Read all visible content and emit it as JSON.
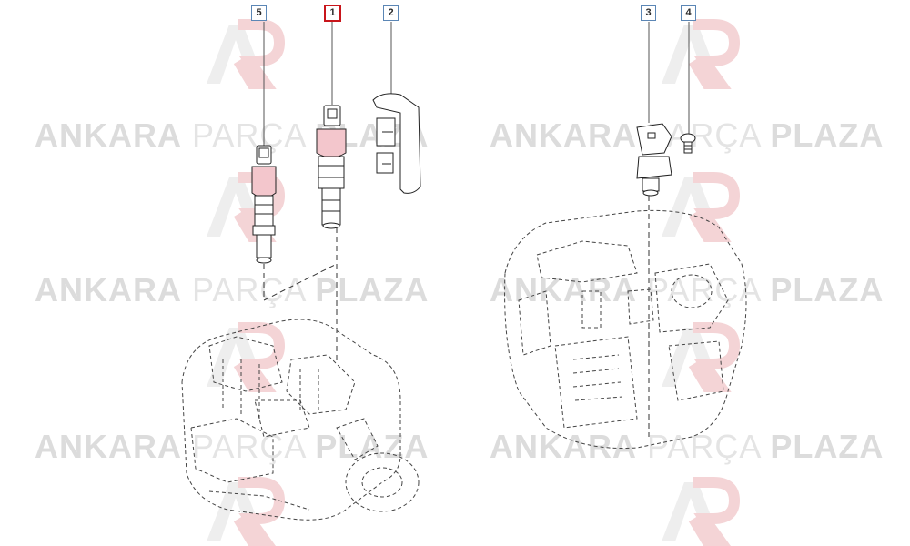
{
  "watermark": {
    "word1": "ANKARA",
    "word2": "PARÇA",
    "word3": "PLAZA",
    "logo_name": "ankara-parca-plaza-logo"
  },
  "callouts": [
    {
      "number": "5",
      "selected": false
    },
    {
      "number": "1",
      "selected": true
    },
    {
      "number": "2",
      "selected": false
    },
    {
      "number": "3",
      "selected": false
    },
    {
      "number": "4",
      "selected": false
    }
  ],
  "colors": {
    "callout_border": "#5b86b5",
    "selected_border": "#c8151b",
    "sensor_ring": "#f3c6cc",
    "watermark": "#e4e4e4",
    "logo_accent": "#f4d4d6"
  }
}
